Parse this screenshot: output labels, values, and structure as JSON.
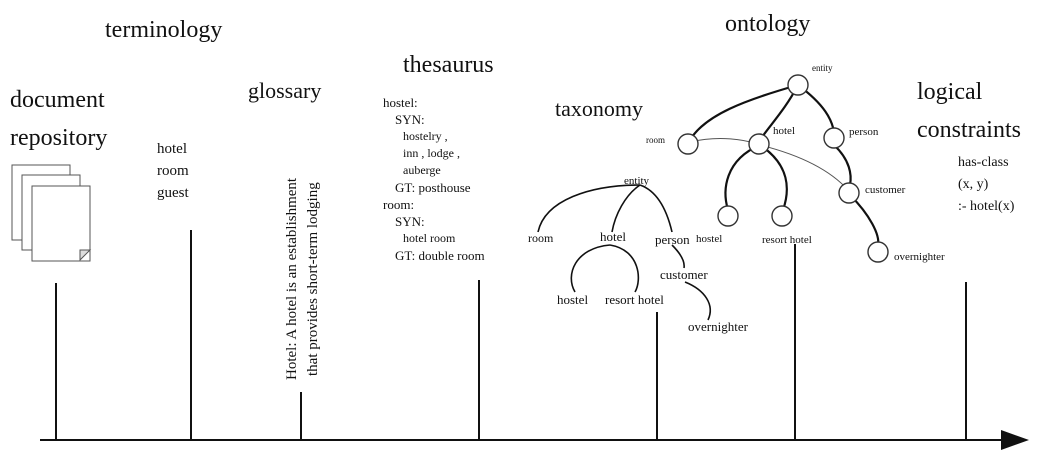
{
  "stages": {
    "terminology": "terminology",
    "ontology": "ontology",
    "document_repository": [
      "document",
      "repository"
    ],
    "glossary": "glossary",
    "thesaurus": "thesaurus",
    "taxonomy": "taxonomy",
    "logical_constraints": [
      "logical",
      "constraints"
    ]
  },
  "terms": [
    "hotel",
    "room",
    "guest"
  ],
  "glossary_entry": [
    "Hotel: A hotel is an establishment",
    "that provides short-term  lodging"
  ],
  "thesaurus": {
    "hostel_head": "hostel:",
    "hostel_syn": "SYN:",
    "hostel_syns": [
      "hostelry ,",
      "inn , lodge ,",
      "auberge"
    ],
    "hostel_gt": "GT: posthouse",
    "room_head": "room:",
    "room_syn": "SYN:",
    "room_syns": [
      "hotel room"
    ],
    "room_gt": "GT: double  room"
  },
  "taxonomy_nodes": {
    "entity": "entity",
    "room": "room",
    "hotel": "hotel",
    "person": "person",
    "hostel": "hostel",
    "resort_hotel": "resort hotel",
    "customer": "customer",
    "overnighter": "overnighter"
  },
  "ontology_nodes": {
    "entity": "entity",
    "room": "room",
    "hotel": "hotel",
    "person": "person",
    "hostel": "hostel",
    "resort_hotel": "resort hotel",
    "customer": "customer",
    "overnighter": "overnighter"
  },
  "constraints": [
    "has-class",
    "(x, y)",
    ":- hotel(x)"
  ]
}
